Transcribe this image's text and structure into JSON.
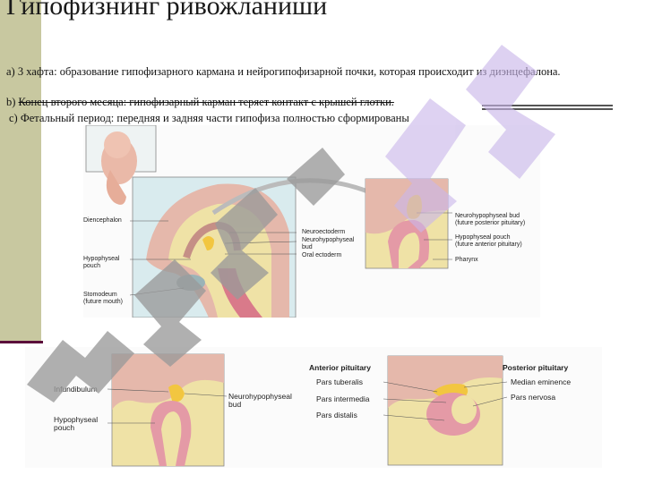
{
  "slide": {
    "title": "Гипофизнинг ривожланиши",
    "para_a": "a)  3 хафта: образование гипофизарного кармана и нейрогипофизарной почки, которая происходит из диэнцефалона.",
    "para_b_prefix": "b) ",
    "para_b_struck": "Конец второго месяца: гипофизарный карман теряет контакт с крышей глотки.",
    "para_c": "c) Фетальный период: передняя и задняя части гипофиза полностью сформированы"
  },
  "figure_top": {
    "labels": {
      "diencephalon": "Diencephalon",
      "hypophyseal_pouch": "Hypophyseal\npouch",
      "stomodeum": "Stomodeum\n(future mouth)",
      "neuroectoderm": "Neuroectoderm",
      "neurohypophyseal_bud": "Neurohypophyseal\nbud",
      "oral_ectoderm": "Oral ectoderm",
      "neurohypophyseal_bud_posterior": "Neurohypophyseal bud\n(future posterior pituitary)",
      "hypophyseal_pouch_anterior": "Hypophyseal pouch\n(future anterior pituitary)",
      "pharynx": "Pharynx"
    }
  },
  "figure_bottom": {
    "labels": {
      "infundibulum": "Infundibulum",
      "hypophyseal_pouch": "Hypophyseal\npouch",
      "neurohypophyseal_bud": "Neurohypophyseal\nbud",
      "anterior_pituitary": "Anterior pituitary",
      "pars_tuberalis": "Pars tuberalis",
      "pars_intermedia": "Pars intermedia",
      "pars_distalis": "Pars distalis",
      "posterior_pituitary": "Posterior pituitary",
      "median_eminence": "Median eminence",
      "pars_nervosa": "Pars nervosa"
    }
  },
  "colors": {
    "left_bar": "#c8c8a0",
    "accent_line": "#5a0f3a",
    "tissue_yellow": "#efe2a6",
    "tissue_pink": "#e49aa6",
    "bud_yellow": "#f2c640",
    "watermark_gray": "#9a9a9a",
    "watermark_purple": "#c9b6ea"
  }
}
